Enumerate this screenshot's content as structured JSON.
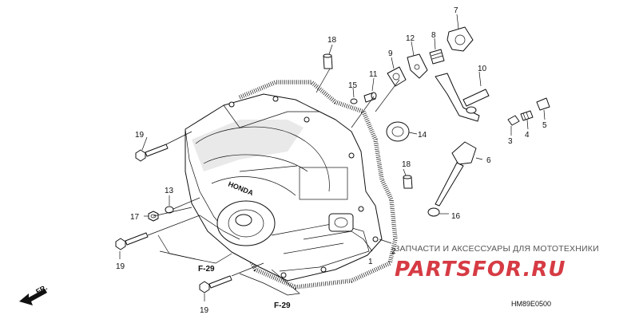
{
  "diagram": {
    "part_numbers": {
      "p1": "1",
      "p2": "2",
      "p3": "3",
      "p4": "4",
      "p5": "5",
      "p6": "6",
      "p7": "7",
      "p8": "8",
      "p9": "9",
      "p10": "10",
      "p11": "11",
      "p12": "12",
      "p13": "13",
      "p14": "14",
      "p15": "15",
      "p16": "16",
      "p17": "17",
      "p18a": "18",
      "p18b": "18",
      "p19a": "19",
      "p19b": "19",
      "p19c": "19"
    },
    "page_refs": {
      "ref_a": "F-29",
      "ref_b": "F-29"
    },
    "front_arrow": "FR.",
    "brand_mark": "HONDA",
    "diagram_code": "HM89E0500"
  },
  "watermark": {
    "caption": "ЗАПЧАСТИ И АКСЕССУАРЫ ДЛЯ МОТОТЕХНИКИ",
    "brand": "PARTSFOR.RU",
    "brand_color": "#d63b44"
  }
}
